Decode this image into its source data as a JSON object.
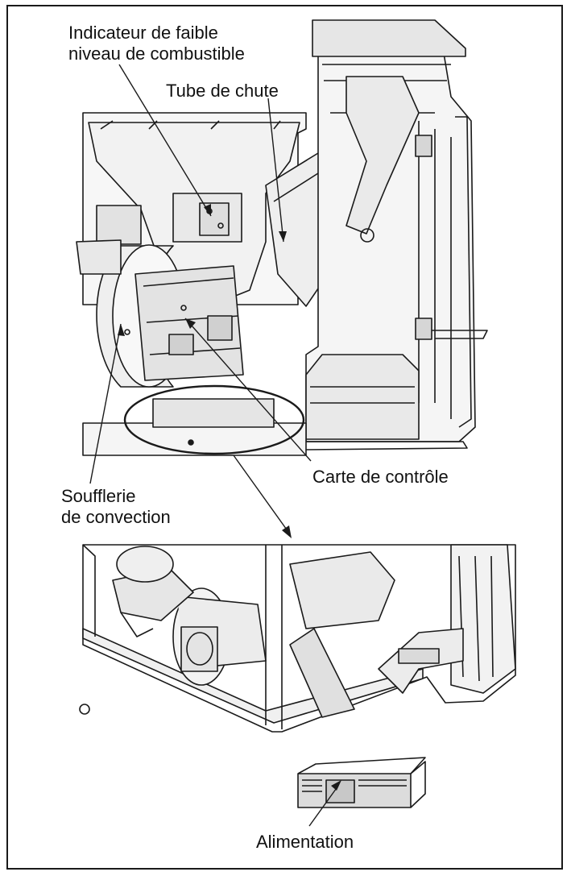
{
  "colors": {
    "line": "#1a1a1a",
    "panel": "#f2f2f2",
    "panel_dark": "#cfcfcf",
    "background": "#ffffff"
  },
  "labels": {
    "low_fuel_indicator": "Indicateur de faible\nniveau de combustible",
    "drop_tube": "Tube de chute",
    "control_board": "Carte de contrôle",
    "convection_blower": "Soufflerie\nde convection",
    "power_supply": "Alimentation"
  }
}
